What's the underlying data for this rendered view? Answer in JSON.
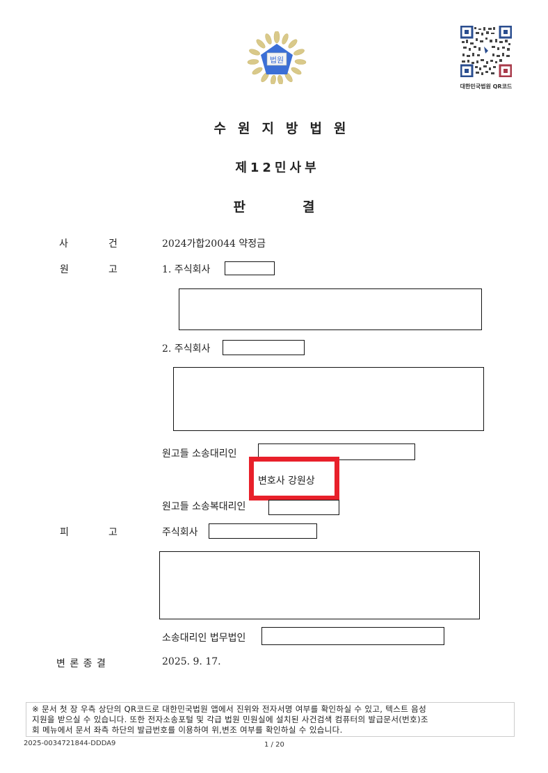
{
  "header": {
    "emblem_text": "법원",
    "qr_caption": "대한민국법원 QR코드",
    "court_name": "수원지방법원",
    "division": "제12민사부",
    "doc_type_left": "판",
    "doc_type_right": "결"
  },
  "case": {
    "case_label_1": "사",
    "case_label_2": "건",
    "case_value": "2024가합20044   약정금"
  },
  "plaintiff": {
    "label_1": "원",
    "label_2": "고",
    "party_1": "1. 주식회사",
    "party_2": "2. 주식회사",
    "attorney_label": "원고들 소송대리인",
    "attorney_name": "변호사 강원상",
    "sub_attorney_label": "원고들 소송복대리인"
  },
  "defendant": {
    "label_1": "피",
    "label_2": "고",
    "party": "주식회사",
    "attorney_label": "소송대리인 법무법인"
  },
  "closing": {
    "label": "변 론 종 결",
    "date": "2025. 9. 17."
  },
  "footer": {
    "notice_lines": [
      "※ 문서 첫 장 우측 상단의 QR코드로 대한민국법원 앱에서 진위와 전자서명 여부를 확인하실 수 있고, 텍스트 음성",
      "지원을 받으실 수 있습니다. 또한 전자소송포털 및 각급 법원 민원실에 설치된 사건검색 컴퓨터의 발급문서(번호)조",
      "회 메뉴에서 문서 좌측 하단의 발급번호를 이용하여 위,변조 여부를 확인하실 수 있습니다."
    ],
    "doc_id": "2025-0034721844-DDDA9",
    "page": "1 / 20"
  },
  "colors": {
    "highlight": "#e8202a",
    "emblem_blue": "#3b6fd6",
    "emblem_gold": "#d9c98a",
    "qr_red": "#a83a4a",
    "qr_blue": "#2a4d8f"
  }
}
